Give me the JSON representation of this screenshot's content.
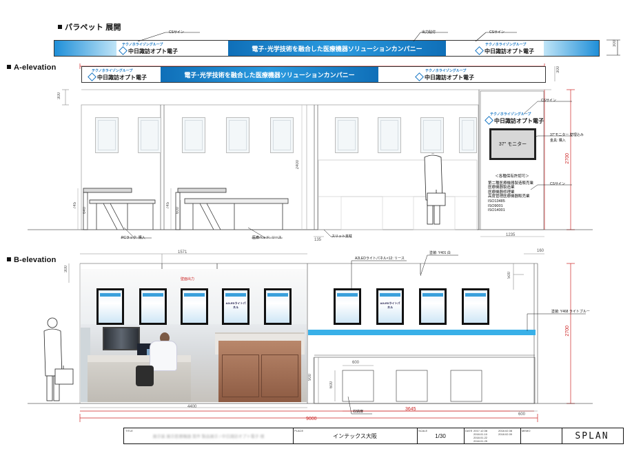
{
  "sections": {
    "parapet": "パラペット 展開",
    "a_elevation": "A-elevation",
    "b_elevation": "B-elevation"
  },
  "banner": {
    "group_text": "テクノホライゾングループ",
    "company": "中日諏訪オプト電子",
    "slogan": "電子･光学技術を融合した医療機器ソリューションカンパニー"
  },
  "parapet": {
    "label_cs_left": "CSサイン",
    "label_output": "出力貼付",
    "label_cs_right": "CSサイン",
    "dim_right": "300"
  },
  "a_elev": {
    "dim_300_right": "300",
    "dim_300_left": "300",
    "dim_2400": "2400",
    "dim_2700": "2700",
    "dim_745_a": "745",
    "dim_640_a": "640",
    "dim_745_b": "745",
    "dim_600_b": "600",
    "dim_135": "135",
    "dim_1235": "1235",
    "monitor_label": "37\" モニター",
    "note_cs_top": "CSサイン",
    "note_monitor": "37\"モニター 壁埋込み",
    "note_monitor_fee": "金具: 購入",
    "note_cs_bottom": "CSサイン",
    "license_title": "＜各種保有許認可＞",
    "license_items": [
      "第二種医療機器製造販売業",
      "医療機器製造業",
      "医療機器修理業",
      "高度管理医療機器販売業",
      "ISO13485",
      "ISO9001",
      "ISO14001"
    ],
    "note_pc_rack": "PCラック: 購入",
    "note_bed": "医療ベッド: リース",
    "note_slit": "スリット支柱"
  },
  "b_elev": {
    "dim_1571": "1571",
    "dim_300": "300",
    "dim_500": "500",
    "dim_160": "160",
    "dim_2700": "2700",
    "dim_600_top": "600",
    "dim_600_side": "600",
    "dim_900": "900",
    "dim_4400": "4400",
    "dim_3645": "3645",
    "dim_600_right": "600",
    "dim_9000": "9000",
    "note_output_photo": "壁面出力",
    "note_led_panel": "A2LEDライトパネル×12: リース",
    "note_wall_paint": "塗装: Y401 白",
    "note_wall_line": "塗装: Y468 ライトブルー",
    "note_storage": "収納扉",
    "panel_label": "A2LEDライトパネル"
  },
  "titleblock": {
    "label_title": "TITLE",
    "title_blurred": "展示装 展示医療機器 案件 製品展示 / 中日諏訪オプト電子 様",
    "label_place": "PLACE",
    "place": "インテックス大阪",
    "label_scale": "SCALE",
    "page": "1/30",
    "label_date": "DATE",
    "dates": [
      "2017.12.08",
      "2018.01.10",
      "2018.01.22",
      "2018.01.25"
    ],
    "dates2": [
      "2018.02.08",
      "2018.02.09"
    ],
    "label_memo": "MEMO",
    "logo": "SPLAN"
  },
  "colors": {
    "banner_blue": "#1475c4",
    "dim_red": "#cc2222",
    "light_blue_stripe": "#39b0e8"
  }
}
